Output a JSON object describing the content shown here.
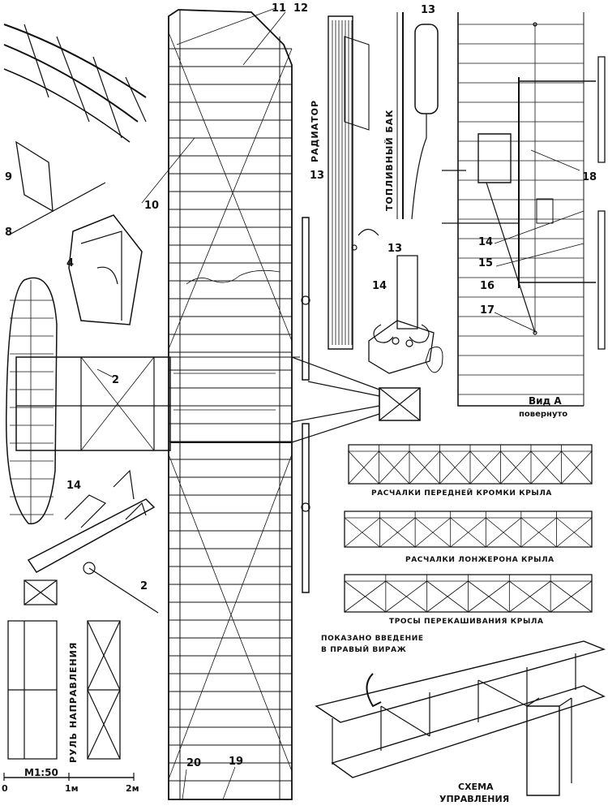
{
  "callouts": {
    "n11": "11",
    "n12": "12",
    "n13a": "13",
    "n13b": "13",
    "n13c": "13",
    "n9": "9",
    "n8": "8",
    "n10": "10",
    "n4": "4",
    "n2a": "2",
    "n2b": "2",
    "n14a": "14",
    "n14b": "14",
    "n14c": "14",
    "n15": "15",
    "n16": "16",
    "n17": "17",
    "n18": "18",
    "n20": "20",
    "n19": "19"
  },
  "labels": {
    "radiator": "РАДИАТОР",
    "fuel_tank": "ТОПЛИВНЫЙ БАК",
    "rudder": "РУЛЬ НАПРАВЛЕНИЯ",
    "view_a": "Вид А",
    "rotated": "повернуто",
    "bracing_leading_edge": "РАСЧАЛКИ ПЕРЕДНЕЙ КРОМКИ КРЫЛА",
    "bracing_spar": "РАСЧАЛКИ ЛОНЖЕРОНА КРЫЛА",
    "warping_cables": "ТРОСЫ ПЕРЕКАШИВАНИЯ КРЫЛА",
    "shown_turn_1": "ПОКАЗАНО ВВЕДЕНИЕ",
    "shown_turn_2": "В ПРАВЫЙ ВИРАЖ",
    "control_scheme_1": "СХЕМА",
    "control_scheme_2": "УПРАВЛЕНИЯ"
  },
  "scale": {
    "zero": "0",
    "ratio": "М1:50",
    "one_m": "1м",
    "two_m": "2м"
  }
}
